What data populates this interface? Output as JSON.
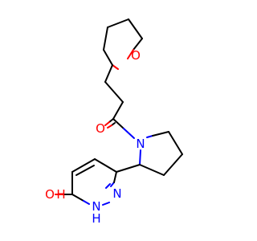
{
  "molecule": {
    "atoms": {
      "ring_oxygen": {
        "symbol": "O",
        "color": "#ff0000"
      },
      "carbonyl_oxygen": {
        "symbol": "O",
        "color": "#ff0000"
      },
      "amide_nitrogen": {
        "symbol": "N",
        "color": "#0000ff"
      },
      "pyridazine_n1": {
        "symbol": "N",
        "color": "#0000ff"
      },
      "pyridazine_nh": {
        "symbol": "N",
        "color": "#0000ff"
      },
      "pyridazine_h": {
        "symbol": "H",
        "color": "#0000ff"
      },
      "hydroxyl_o": {
        "symbol": "O",
        "color": "#ff0000"
      },
      "hydroxyl_h": {
        "symbol": "H",
        "color": "#ff0000"
      }
    }
  }
}
